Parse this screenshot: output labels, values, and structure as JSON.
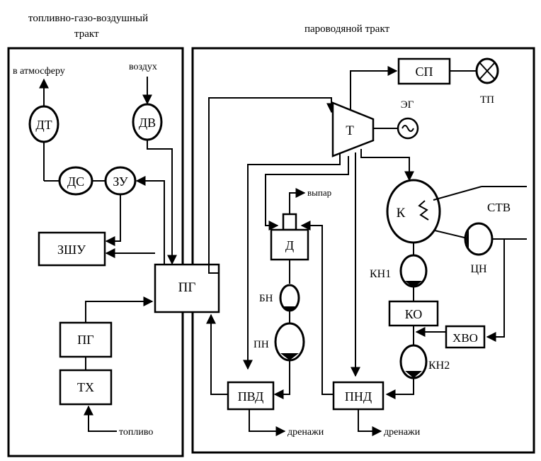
{
  "sections": {
    "left_title_line1": "топливно-газо-воздушный",
    "left_title_line2": "тракт",
    "right_title": "пароводяной тракт"
  },
  "labels": {
    "atmosphere": "в атмосферу",
    "air": "воздух",
    "fuel": "топливо",
    "vapor": "выпар",
    "drains_1": "дренажи",
    "drains_2": "дренажи",
    "stv": "СТВ"
  },
  "nodes": {
    "dt": "ДТ",
    "dv": "ДВ",
    "ds": "ДС",
    "zu": "ЗУ",
    "zshu": "ЗШУ",
    "pg_main": "ПГ",
    "pg_fuel": "ПГ",
    "tx": "ТХ",
    "sp": "СП",
    "tp": "ТП",
    "eg": "ЭГ",
    "t": "Т",
    "k": "К",
    "d": "Д",
    "bn": "БН",
    "pn": "ПН",
    "kn1": "КН1",
    "ko": "КО",
    "hvo": "ХВО",
    "kn2": "КН2",
    "cn": "ЦН",
    "pvd": "ПВД",
    "pnd": "ПНД"
  }
}
